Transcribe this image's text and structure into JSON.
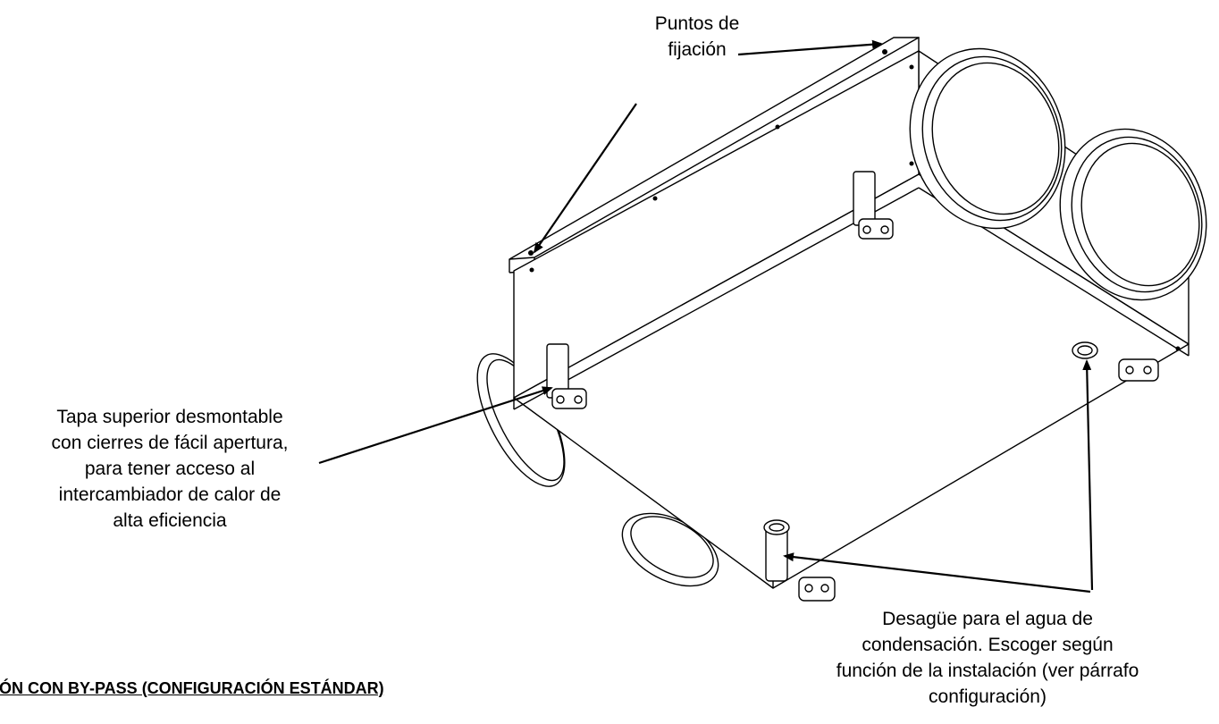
{
  "labels": {
    "fixing_points": [
      "Puntos de",
      "fijación"
    ],
    "top_cover": [
      "Tapa superior desmontable",
      "con cierres de fácil apertura,",
      "para tener acceso al",
      "intercambiador de calor de",
      "alta eficiencia"
    ],
    "drain": [
      "Desagüe para el agua de",
      "condensación. Escoger según",
      "función de la instalación (ver párrafo",
      "configuración)"
    ]
  },
  "section_heading": "IÓN CON BY-PASS (CONFIGURACIÓN ESTÁNDAR)"
}
